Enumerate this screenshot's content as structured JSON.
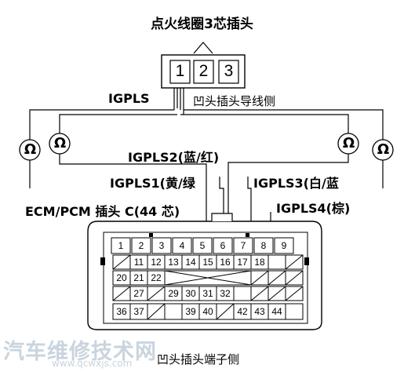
{
  "diagram": {
    "title": "点火线圈3芯插头",
    "top_connector": {
      "pins": [
        "1",
        "2",
        "3"
      ]
    },
    "top_side_caption": "凹头插头导线侧",
    "signals": {
      "igpls": "IGPLS",
      "igpls1": "IGPLS1(黄/绿",
      "igpls2": "IGPLS2(蓝/红)",
      "igpls3": "IGPLS3(白/蓝",
      "igpls4": "IGPLS4(棕)"
    },
    "ohm_symbol": "Ω",
    "ecm_connector": {
      "label": "ECM/PCM 插头 C(44 芯)",
      "caption": "凹头插头端子侧",
      "row1": [
        "1",
        "2",
        "3",
        "4",
        "5",
        "6",
        "7",
        "8",
        "9"
      ],
      "row2": [
        "11",
        "12",
        "13",
        "14",
        "15",
        "16",
        "17",
        "18"
      ],
      "row3": [
        "20",
        "21",
        "22"
      ],
      "row4": [
        "27",
        "29",
        "30",
        "31",
        "32"
      ],
      "row5": [
        "36",
        "37",
        "39",
        "40",
        "42",
        "43",
        "44"
      ]
    },
    "watermark": {
      "brand": "汽车维修技术网",
      "url": "www.qcwxjs.com"
    }
  }
}
